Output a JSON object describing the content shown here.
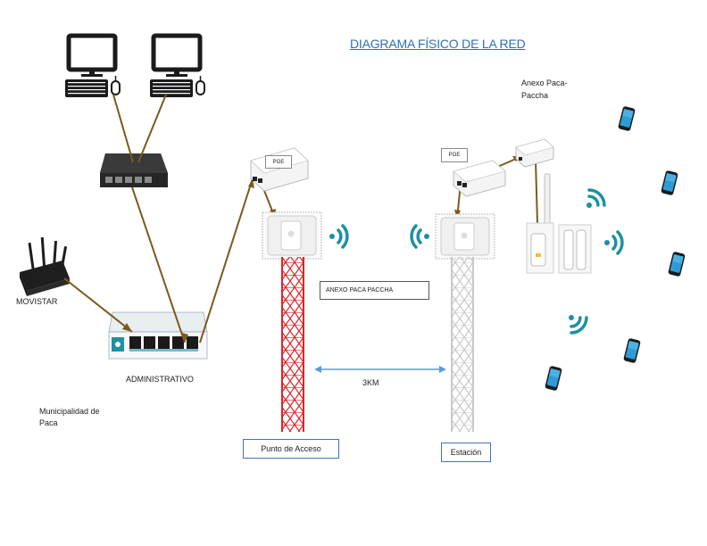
{
  "title_part1": "DIAGRAMA",
  "title_part2": "FÍSICO DE LA RED",
  "labels": {
    "movistar": "MOVISTAR",
    "administrativo": "ADMINISTRATIVO",
    "municipalidad": "Municipalidad de Paca",
    "anexo_top": "Anexo Paca-Paccha",
    "anexo_box": "ANEXO PACA PACCHA",
    "distance": "3KM",
    "punto_acceso": "Punto de Acceso",
    "estacion": "Estación",
    "poe_left": "POE",
    "poe_right": "POE"
  },
  "colors": {
    "cable": "#7a5a1e",
    "title": "#2f6fb3",
    "tower_red": "#d9252b",
    "tower_white": "#cfcfcf",
    "wifi": "#1f8fa3",
    "distance_arrow": "#5b9bd5"
  },
  "icons": [
    "computer-icon",
    "computer-icon",
    "switch-icon",
    "router-icon",
    "mikrotik-router-icon",
    "poe-injector-icon",
    "antenna-icon",
    "tower-icon",
    "wifi-icon",
    "phone-icon",
    "sector-antenna-icon"
  ]
}
